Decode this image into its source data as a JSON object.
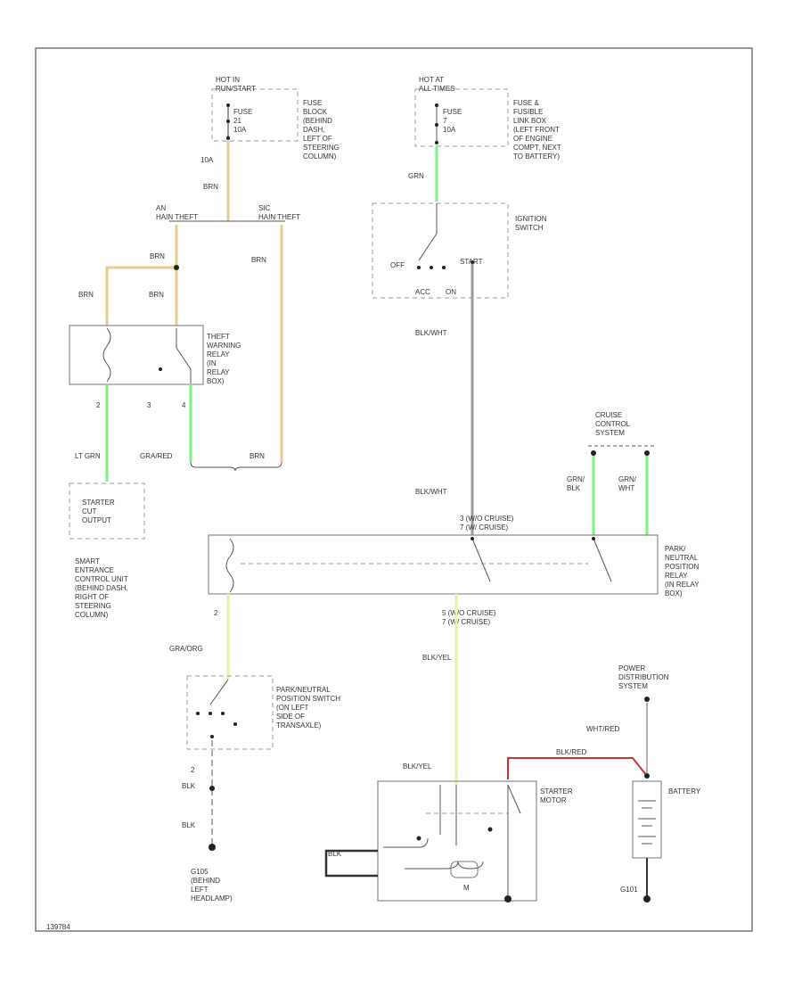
{
  "colors": {
    "tan": "#e8cc8f",
    "green": "#7ff07f",
    "yellow": "#e9f0a6",
    "gray": "#999999",
    "red": "#cc3333",
    "black": "#333333"
  },
  "labels": {
    "hot_run_start": "HOT IN\nRUN/START",
    "fuse_block": "FUSE\nBLOCK\n(BEHIND\nDASH,\nLEFT OF\nSTEERING\nCOLUMN)",
    "fuse_left": "FUSE\n21\n10A",
    "hot_at_all_times": "HOT AT\nALL TIMES",
    "fuse_right": "FUSE\n7\n10A",
    "fuse_link_box": "FUSE &\nFUSIBLE\nLINK BOX\n(LEFT FRONT\nOF ENGINE\nCOMPT, NEXT\nTO BATTERY)",
    "w_10a": "10A",
    "w_brn_1": "BRN",
    "w_grn_1": "GRN",
    "hain_theft_left": "AN\nHAIN THEFT",
    "hain_theft_right": "SIC\nHAIN THEFT",
    "ignition_switch": "IGNITION\nSWITCH",
    "off": "OFF",
    "start": "START",
    "acc": "ACC",
    "on": "ON",
    "w_brn_2": "BRN",
    "w_brn_3": "BRN",
    "w_brn_4": "BRN",
    "w_brn_5": "BRN",
    "w_blkwht_1": "BLK/WHT",
    "theft_warning_relay": "THEFT\nWARNING\nRELAY\n(IN\nRELAY\nBOX)",
    "pin2": "2",
    "pin3": "3",
    "pin4": "4",
    "w_ltgrn": "LT GRN",
    "w_gra_red": "GRA/RED",
    "w_brn_6": "BRN",
    "starter_cut_output": "STARTER\nCUT\nOUTPUT",
    "smart_entrance": "SMART\nENTRANCE\nCONTROL UNIT\n(BEHIND DASH,\nRIGHT OF\nSTEERING\nCOLUMN)",
    "cruise_control_system": "CRUISE\nCONTROL\nSYSTEM",
    "w_grn_blk": "GRN/\nBLK",
    "w_grn_wht": "GRN/\nWHT",
    "w_blkwht_2": "BLK/WHT",
    "pnp_relay_pins_top": "3 (W/O CRUISE)\n7 (W/ CRUISE)",
    "pnp_relay": "PARK/\nNEUTRAL\nPOSITION\nRELAY\n(IN RELAY\nBOX)",
    "pin2b": "2",
    "pnp_relay_pins_bottom": "5 (W/O CRUISE)\n7 (W/ CRUISE)",
    "w_gra_org": "GRA/ORG",
    "w_blkyel_1": "BLK/YEL",
    "pnp_switch": "PARK/NEUTRAL\nPOSITION SWITCH\n(ON LEFT\nSIDE OF\nTRANSAXLE)",
    "power_distribution": "POWER\nDISTRIBUTION\nSYSTEM",
    "w_wht_red": "WHT/RED",
    "w_blkyel_2": "BLK/YEL",
    "w_blkred": "BLK/RED",
    "pin2c": "2",
    "w_blk_1": "BLK",
    "starter_motor": "STARTER\nMOTOR",
    "battery": "BATTERY",
    "w_blk_2": "BLK",
    "w_blk_3": "BLK",
    "m": "M",
    "g105": "G105\n(BEHIND\nLEFT\nHEADLAMP)",
    "g101": "G101",
    "footer_code": "139784"
  }
}
